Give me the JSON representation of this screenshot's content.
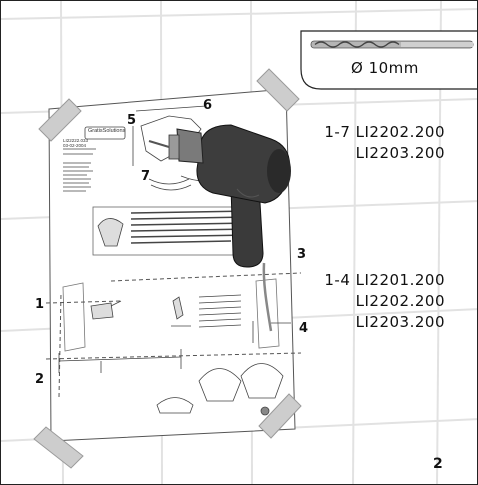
{
  "drill_bit": {
    "diameter_label": "Ø 10mm"
  },
  "poster": {
    "brand": "GratisSolutions",
    "doc_number": "LI22222.033",
    "doc_date": "03-02-2004"
  },
  "callouts": {
    "group1": {
      "range": "1-7",
      "codes": [
        "LI2202.200",
        "LI2203.200"
      ]
    },
    "group2": {
      "range": "1-4",
      "codes": [
        "LI2201.200",
        "LI2202.200",
        "LI2203.200"
      ]
    }
  },
  "markers": [
    "1",
    "2",
    "3",
    "4",
    "5",
    "6",
    "7"
  ],
  "step_number": "2",
  "colors": {
    "drill_body": "#3a3a3a",
    "tape": "#cfcfcf",
    "grid": "#e4e4e4",
    "line": "#222222"
  }
}
